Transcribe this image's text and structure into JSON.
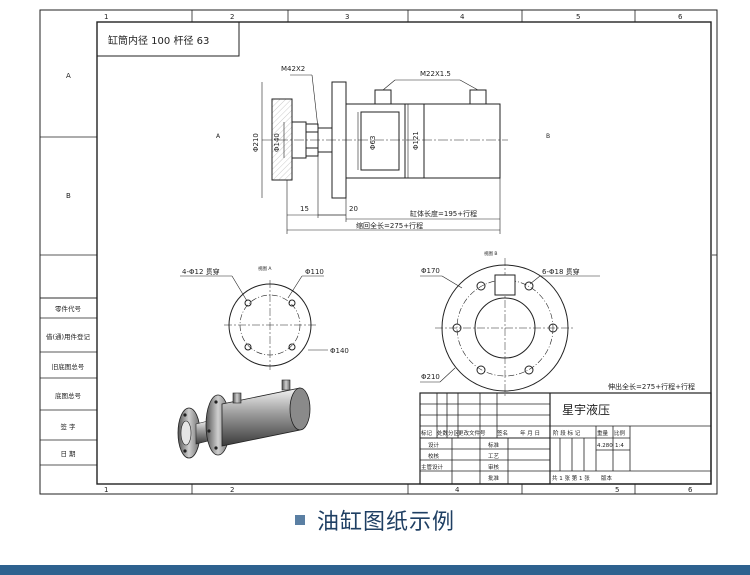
{
  "frame": {
    "columns_top": [
      "1",
      "2",
      "3",
      "4",
      "5",
      "6"
    ],
    "columns_bottom": [
      "1",
      "2",
      "4",
      "5",
      "6"
    ],
    "rows": [
      "A",
      "B"
    ]
  },
  "title_note": "缸筒内径 100  杆径 63",
  "side_labels": [
    "零件代号",
    "借(通)用件登记",
    "旧底图总号",
    "底图总号",
    "签  字",
    "日  期"
  ],
  "side_view": {
    "thread_rod": "M42X2",
    "thread_port": "M22X1.5",
    "dia_210": "Φ210",
    "dia_140": "Φ140",
    "dia_63": "Φ63",
    "dia_121": "Φ121",
    "dim_15": "15",
    "dim_20": "20",
    "body_length": "缸体长度=195+行程",
    "retract_length": "缩回全长=275+行程"
  },
  "view_a": {
    "label": "视图 A",
    "holes": "4-Φ12 贯穿",
    "dia_110": "Φ110",
    "dia_140": "Φ140"
  },
  "view_b": {
    "label": "视图 B",
    "holes": "6-Φ18 贯穿",
    "dia_170": "Φ170",
    "dia_210": "Φ210"
  },
  "extend_length": "伸出全长=275+行程+行程",
  "title_block": {
    "company": "星宇液压",
    "headers": [
      "标记",
      "处数",
      "分区",
      "更改文件号",
      "签名",
      "年 月 日"
    ],
    "stage_cols": [
      "阶 段 标 记",
      "重量",
      "比例"
    ],
    "weight": "4.280",
    "scale": "1:4",
    "roles_left": [
      "设计",
      "校核",
      "主管设计"
    ],
    "roles_right": [
      "标准",
      "工艺",
      "审核",
      "批准"
    ],
    "sheet_info": "共 1 张 第 1 张",
    "version": "版本"
  },
  "caption": "油缸图纸示例",
  "colors": {
    "caption_text": "#1f3f63",
    "caption_mark": "#5a7fa3",
    "footer_bar": "#2e628f",
    "drawing_line": "#222222"
  }
}
